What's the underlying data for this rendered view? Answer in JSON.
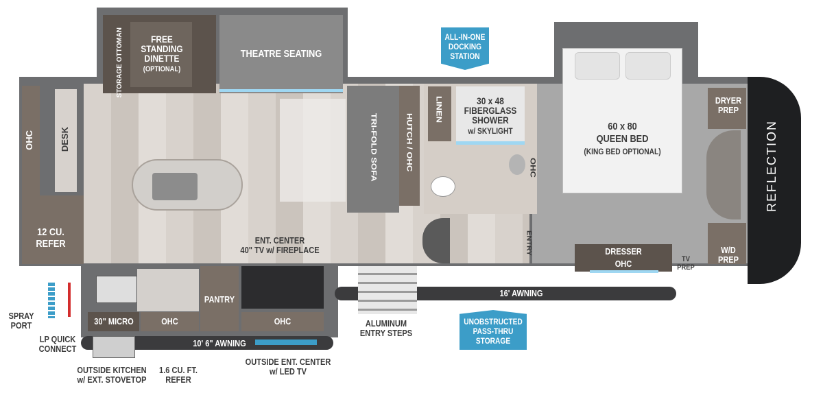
{
  "title": "REFLECTION",
  "labels": {
    "storage_ottoman": "STORAGE OTTOMAN",
    "dinette": "FREE\nSTANDING\nDINETTE",
    "dinette_optional": "(OPTIONAL)",
    "theatre": "THEATRE SEATING",
    "docking": "ALL-IN-ONE\nDOCKING\nSTATION",
    "ohc_left": "OHC",
    "desk": "DESK",
    "refer": "12 CU.\nREFER",
    "trifold": "TRI-FOLD SOFA",
    "hutch": "HUTCH / OHC",
    "linen": "LINEN",
    "shower": "30 x 48\nFIBERGLASS\nSHOWER",
    "skylight": "w/ SKYLIGHT",
    "ohc_bath": "OHC",
    "bed_size": "60 x 80\nQUEEN BED",
    "bed_optional": "(KING BED OPTIONAL)",
    "dryer": "DRYER\nPREP",
    "wd": "W/D\nPREP",
    "entry": "ENTRY",
    "dresser": "DRESSER",
    "dresser_ohc": "OHC",
    "tv_prep": "TV\nPREP",
    "ent_center": "ENT. CENTER\n40\" TV w/ FIREPLACE",
    "awning16": "16' AWNING",
    "pantry": "PANTRY",
    "micro": "30\" MICRO",
    "ohc_k1": "OHC",
    "ohc_k2": "OHC",
    "awning10": "10' 6\" AWNING",
    "spray": "SPRAY\nPORT",
    "lp": "LP QUICK\nCONNECT",
    "outside_kitchen": "OUTSIDE KITCHEN\nw/ EXT. STOVETOP",
    "mini_refer": "1.6 CU. FT.\nREFER",
    "outside_ent": "OUTSIDE ENT. CENTER\nw/ LED TV",
    "steps": "ALUMINUM\nENTRY STEPS",
    "passthru": "UNOBSTRUCTED\nPASS-THRU\nSTORAGE"
  },
  "colors": {
    "accent": "#3c9dc8",
    "wall": "#6d6e70",
    "cap": "#1e1f21"
  }
}
